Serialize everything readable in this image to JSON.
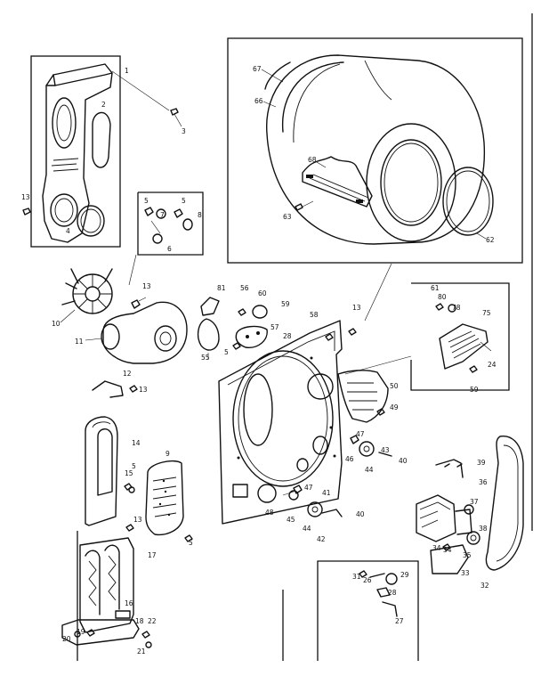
{
  "diagram": {
    "callouts": [
      "1",
      "2",
      "3",
      "13",
      "4",
      "5",
      "7",
      "5",
      "8",
      "6",
      "67",
      "66",
      "68",
      "63",
      "62",
      "10",
      "13",
      "11",
      "12",
      "13",
      "14",
      "15",
      "5",
      "9",
      "13",
      "5",
      "17",
      "16",
      "18",
      "20",
      "19",
      "21",
      "22",
      "81",
      "60",
      "59",
      "56",
      "57",
      "28",
      "5",
      "55",
      "58",
      "13",
      "61",
      "80",
      "78",
      "75",
      "24",
      "59",
      "50",
      "49",
      "47",
      "46",
      "43",
      "44",
      "40",
      "42",
      "45",
      "47",
      "41",
      "40",
      "44",
      "48",
      "39",
      "36",
      "34",
      "37",
      "38",
      "35",
      "33",
      "32",
      "34",
      "31",
      "26",
      "29",
      "28",
      "27"
    ]
  }
}
